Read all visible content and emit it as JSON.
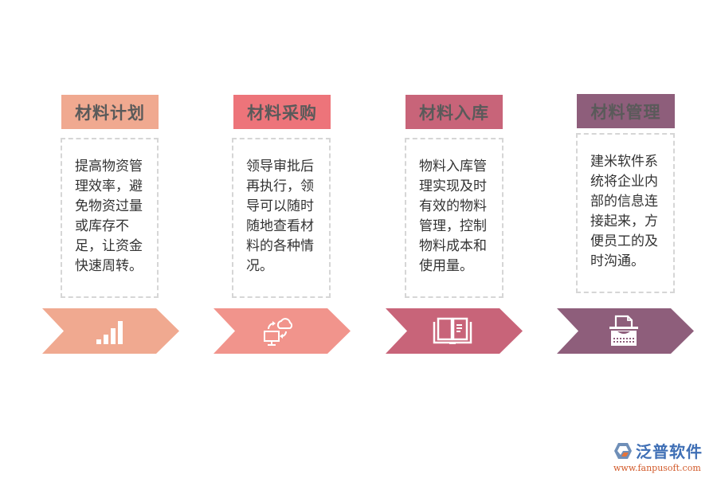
{
  "steps": [
    {
      "title": "材料计划",
      "description": "提高物资管理效率，避免物资过量或库存不足，让资金快速周转。",
      "icon": "bar-chart-icon",
      "color": "#f0a990"
    },
    {
      "title": "材料采购",
      "description": "领导审批后再执行，领导可以随时随地查看材料的各种情况。",
      "icon": "cloud-sync-computer-icon",
      "color": "#ed747a"
    },
    {
      "title": "材料入库",
      "description": "物料入库管理实现及时有效的物料管理，控制物料成本和使用量。",
      "icon": "open-book-icon",
      "color": "#c86479"
    },
    {
      "title": "材料管理",
      "description": "建米软件系统将企业内部的信息连接起来，方便员工的及时沟通。",
      "icon": "typewriter-icon",
      "color": "#8e5e7b"
    }
  ],
  "arrow_colors": [
    "#f0a990",
    "#f1948c",
    "#c86479",
    "#8e5e7b"
  ],
  "logo": {
    "name": "泛普软件",
    "url": "www.fanpusoft.com"
  }
}
